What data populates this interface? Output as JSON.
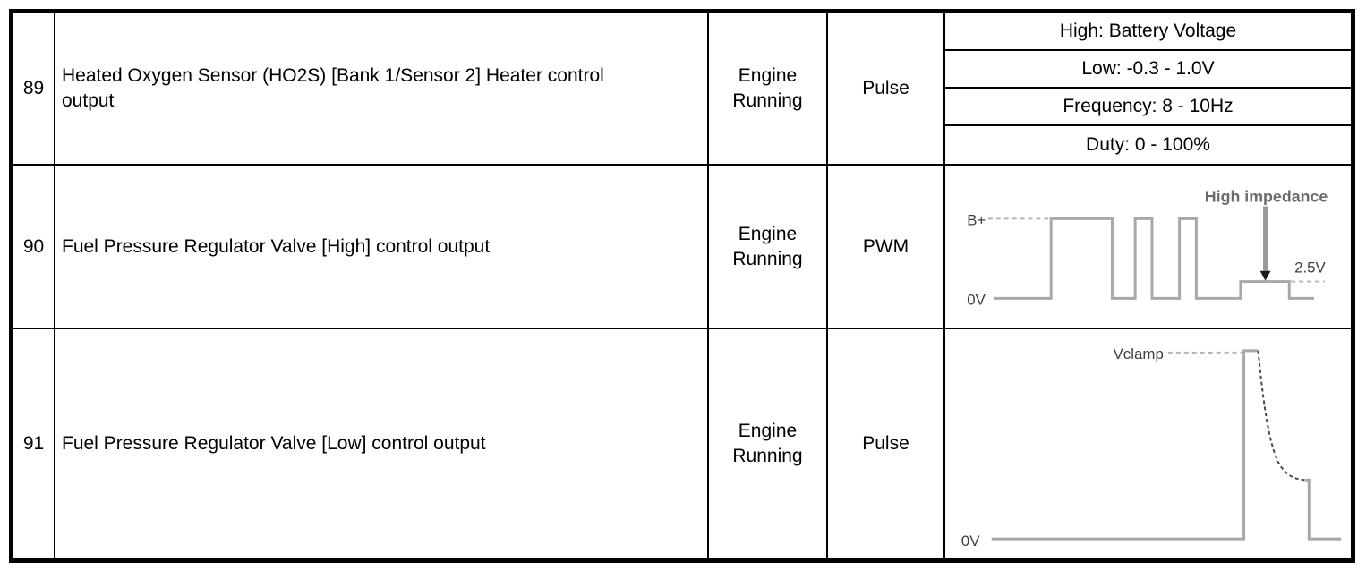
{
  "table": {
    "rows": [
      {
        "pin": "89",
        "description": "Heated Oxygen Sensor (HO2S) [Bank 1/Sensor 2] Heater control output",
        "condition": "Engine Running",
        "signal_type": "Pulse",
        "specs": [
          "High: Battery Voltage",
          "Low: -0.3 - 1.0V",
          "Frequency: 8 - 10Hz",
          "Duty: 0 - 100%"
        ]
      },
      {
        "pin": "90",
        "description": "Fuel Pressure Regulator Valve [High] control output",
        "condition": "Engine Running",
        "signal_type": "PWM",
        "waveform": {
          "type": "pwm-square-wave-with-high-impedance-step",
          "labels": {
            "high_level": "B+",
            "low_level": "0V",
            "annotation": "High impedance",
            "mid_level": "2.5V"
          }
        }
      },
      {
        "pin": "91",
        "description": "Fuel Pressure Regulator Valve [Low] control output",
        "condition": "Engine Running",
        "signal_type": "Pulse",
        "waveform": {
          "type": "flyback-spike-with-exponential-decay",
          "labels": {
            "peak_level": "Vclamp",
            "low_level": "0V"
          }
        }
      }
    ]
  },
  "colors": {
    "border": "#000000",
    "trace": "#a8a8a8",
    "trace_dark": "#4a4a4a",
    "wave_label": "#3f3f3f",
    "annotation": "#6b6b6b"
  }
}
